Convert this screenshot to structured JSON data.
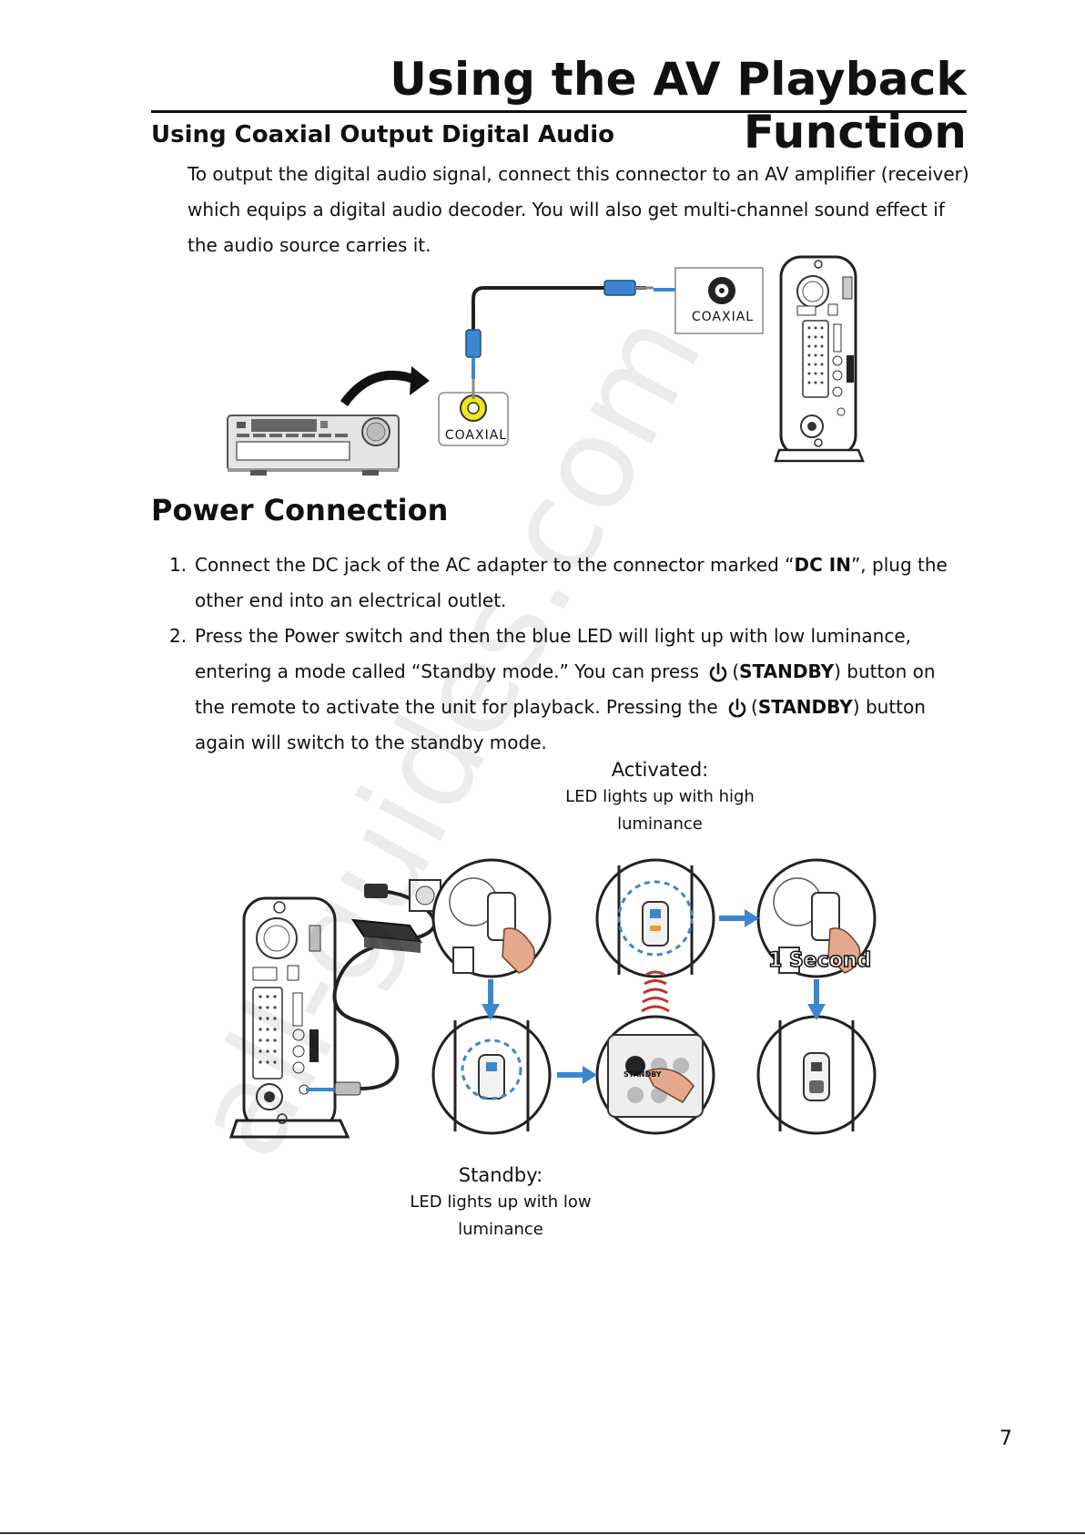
{
  "page": {
    "title": "Using the AV Playback Function",
    "page_number": "7",
    "watermark": "all-guides.com"
  },
  "coaxial": {
    "heading": "Using Coaxial Output Digital Audio",
    "body": "To output the digital audio signal, connect this connector to an AV amplifier (receiver) which equips a digital audio decoder. You will also get multi-channel sound effect if the audio source carries it.",
    "label_receiver_jack": "COAXIAL",
    "label_device_jack": "COAXIAL"
  },
  "power": {
    "heading": "Power Connection",
    "steps": [
      {
        "num": "1.",
        "a": "Connect the DC jack of the AC adapter to the connector marked “",
        "b": "DC IN",
        "c": "”, plug the other end into an electrical outlet."
      },
      {
        "num": "2.",
        "a": "Press the Power switch and then the blue LED will light up with low luminance, entering a mode called “Standby mode.” You can press",
        "b": "(",
        "c": "STANDBY",
        "d": ") button on the remote to activate the unit for playback. Pressing the",
        "e": "(",
        "f": "STANDBY",
        "g": ") button again will switch to the standby mode."
      }
    ],
    "activated_title": "Activated:",
    "activated_line1": "LED lights up with high",
    "activated_line2": "luminance",
    "standby_title": "Standby:",
    "standby_line1": "LED lights up with low",
    "standby_line2": "luminance",
    "one_second": "1 Second",
    "remote_label": "STANDBY"
  },
  "colors": {
    "cable_blue": "#3c86cf",
    "led_blue": "#3c86cf",
    "signal_red": "#c8302a",
    "jack_yellow": "#f2e61f"
  }
}
